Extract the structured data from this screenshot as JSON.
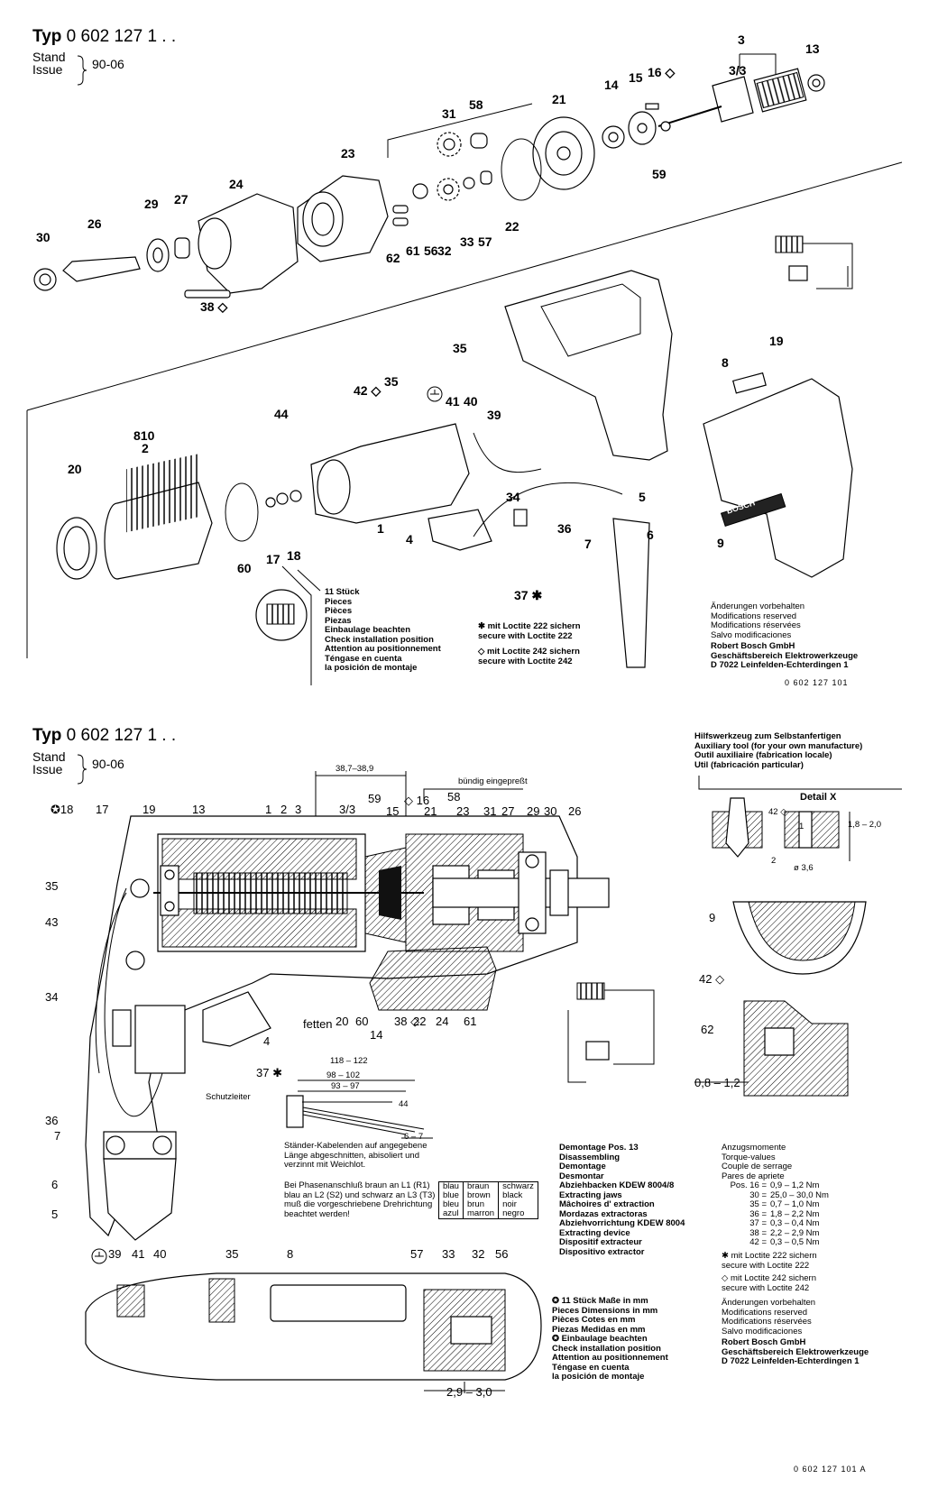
{
  "sheet1": {
    "typ_label": "Typ",
    "typ_number": "0 602 127 1 . .",
    "stand": "Stand",
    "issue": "Issue",
    "date": "90-06",
    "part_numbers": [
      "3",
      "13",
      "3/3",
      "16 ◇",
      "15",
      "14",
      "21",
      "58",
      "31",
      "23",
      "59",
      "24",
      "27",
      "29",
      "26",
      "30",
      "22",
      "57",
      "33",
      "32",
      "56",
      "61",
      "62",
      "38 ◇",
      "35",
      "19",
      "8",
      "42 ◇",
      "35",
      "41",
      "40",
      "39",
      "44",
      "810",
      "2",
      "20",
      "1",
      "34",
      "5",
      "36",
      "7",
      "6",
      "4",
      "9",
      "60",
      "17",
      "18",
      "37 ✱"
    ],
    "pieces_note": [
      "11 Stück",
      "Pieces",
      "Pièces",
      "Piezas",
      "Einbaulage beachten",
      "Check installation position",
      "Attention au positionnement",
      "Téngase en cuenta",
      "la posición de montaje"
    ],
    "loctite_222": [
      "✱ mit Loctite 222 sichern",
      "secure with Loctite 222"
    ],
    "loctite_242": [
      "◇ mit Loctite 242 sichern",
      "secure with Loctite 242"
    ],
    "modifications": [
      "Änderungen vorbehalten",
      "Modifications reserved",
      "Modifications réservées",
      "Salvo modificaciones"
    ],
    "company": [
      "Robert Bosch GmbH",
      "Geschäftsbereich Elektrowerkzeuge",
      "D 7022 Leinfelden-Echterdingen 1"
    ],
    "doc_code": "0 602 127 101",
    "bosch_label": "BOSCH"
  },
  "sheet2": {
    "typ_label": "Typ",
    "typ_number": "0 602 127 1 . .",
    "stand": "Stand",
    "issue": "Issue",
    "date": "90-06",
    "dim_38": "38,7–38,9",
    "buendig": "bündig eingepreßt",
    "top_numbers": [
      "✪18",
      "17",
      "19",
      "13",
      "1",
      "2",
      "3",
      "3/3",
      "59",
      "15",
      "◇ 16",
      "58",
      "21",
      "23",
      "31",
      "27",
      "29",
      "30",
      "26"
    ],
    "left_numbers": [
      "35",
      "43",
      "34",
      "36",
      "7",
      "6",
      "5"
    ],
    "bottom_numbers": [
      "fetten",
      "20",
      "60",
      "14",
      "38 ◇",
      "22",
      "24",
      "61",
      "4",
      "37 ✱"
    ],
    "schutzleiter": "Schutzleiter",
    "aux_tool": [
      "Hilfswerkzeug zum Selbstanfertigen",
      "Auxiliary tool (for your own manufacture)",
      "Outil auxiliaire (fabrication locale)",
      "Util (fabricación particular)"
    ],
    "detail_x": "Detail X",
    "detail_labels": [
      "42 ◇",
      "1",
      "2",
      "ø 3,6",
      "1,8 – 2,0"
    ],
    "right_numbers": [
      "9",
      "42 ◇",
      "62",
      "0,8 – 1,2"
    ],
    "cable_dims": [
      "118 – 122",
      "98 – 102",
      "93 – 97",
      "44",
      "6 – 7"
    ],
    "cable_note": [
      "Ständer-Kabelenden auf angegebene",
      "Länge abgeschnitten, abisoliert und",
      "verzinnt mit Weichlot."
    ],
    "phase_note": [
      "Bei Phasenanschluß braun an L1 (R1)",
      "blau an L2 (S2) und schwarz an L3 (T3)",
      "muß die vorgeschriebene Drehrichtung",
      "beachtet werden!"
    ],
    "color_table": [
      [
        "blau",
        "braun",
        "schwarz"
      ],
      [
        "blue",
        "brown",
        "black"
      ],
      [
        "bleu",
        "brun",
        "noir"
      ],
      [
        "azul",
        "marron",
        "negro"
      ]
    ],
    "demontage": [
      "Demontage Pos. 13",
      "Disassembling",
      "Demontage",
      "Desmontar",
      "Abziehbacken KDEW 8004/8",
      "Extracting jaws",
      "Mâchoires d' extraction",
      "Mordazas extractoras",
      "Abziehvorrichtung KDEW 8004",
      "Extracting device",
      "Dispositif extracteur",
      "Dispositivo extractor"
    ],
    "torque_head": [
      "Anzugsmomente",
      "Torque-values",
      "Couple de serrage",
      "Pares de apriete"
    ],
    "torque_rows": [
      [
        "Pos. 16 =",
        "0,9 – 1,2 Nm"
      ],
      [
        "30 =",
        "25,0 – 30,0 Nm"
      ],
      [
        "35 =",
        "0,7 – 1,0 Nm"
      ],
      [
        "36 =",
        "1,8 – 2,2 Nm"
      ],
      [
        "37 =",
        "0,3 – 0,4 Nm"
      ],
      [
        "38 =",
        "2,2 – 2,9 Nm"
      ],
      [
        "42 =",
        "0,3 – 0,5 Nm"
      ]
    ],
    "loctite_222": [
      "✱ mit Loctite 222 sichern",
      "secure with Loctite 222"
    ],
    "loctite_242": [
      "◇ mit Loctite 242 sichern",
      "secure with Loctite 242"
    ],
    "modifications": [
      "Änderungen vorbehalten",
      "Modifications reserved",
      "Modifications réservées",
      "Salvo modificaciones"
    ],
    "company": [
      "Robert Bosch GmbH",
      "Geschäftsbereich Elektrowerkzeuge",
      "D 7022 Leinfelden-Echterdingen 1"
    ],
    "pieces_dims": [
      "✪ 11 Stück   Maße in mm",
      "Pieces   Dimensions in mm",
      "Pièces   Cotes en mm",
      "Piezas   Medidas en mm",
      "✪ Einbaulage beachten",
      "Check installation position",
      "Attention au positionnement",
      "Téngase en cuenta",
      "la posición de montaje"
    ],
    "bottom_view_numbers": [
      "39",
      "41",
      "40",
      "35",
      "8",
      "57",
      "33",
      "32",
      "56"
    ],
    "bottom_dim": "2,9 – 3,0",
    "doc_code": "0 602 127 101 A"
  }
}
